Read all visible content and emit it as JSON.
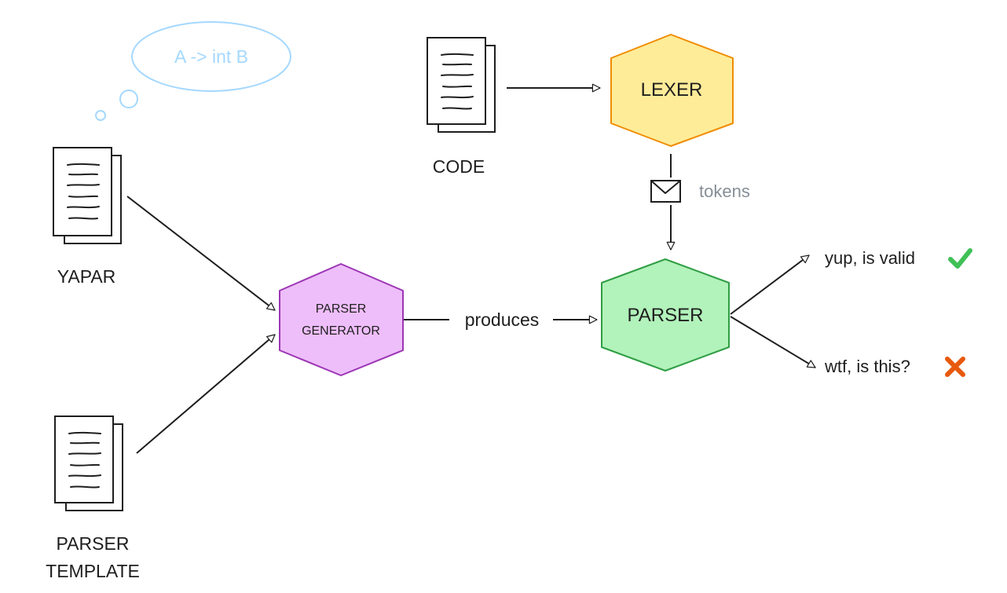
{
  "thought_bubble": {
    "text": "A -> int B",
    "color": "#a5d8ff"
  },
  "documents": {
    "yapar": {
      "label": "YAPAR"
    },
    "parser_template": {
      "label_line1": "PARSER",
      "label_line2": "TEMPLATE"
    },
    "code": {
      "label": "CODE"
    }
  },
  "nodes": {
    "lexer": {
      "label": "LEXER",
      "fill": "#ffec99",
      "stroke": "#f08c00"
    },
    "parser_generator": {
      "label_line1": "PARSER",
      "label_line2": "GENERATOR",
      "fill": "#eebefa",
      "stroke": "#9c36b5"
    },
    "parser": {
      "label": "PARSER",
      "fill": "#b2f2bb",
      "stroke": "#2f9e44"
    }
  },
  "edges": {
    "produces": "produces",
    "tokens": "tokens"
  },
  "outcomes": {
    "valid": {
      "text": "yup, is valid",
      "icon": "check-mark-icon",
      "color": "#40c057"
    },
    "invalid": {
      "text": "wtf, is this?",
      "icon": "cross-mark-icon",
      "color": "#e8590c"
    }
  },
  "colors": {
    "stroke": "#1e1e1e",
    "muted_text": "#868e96"
  }
}
